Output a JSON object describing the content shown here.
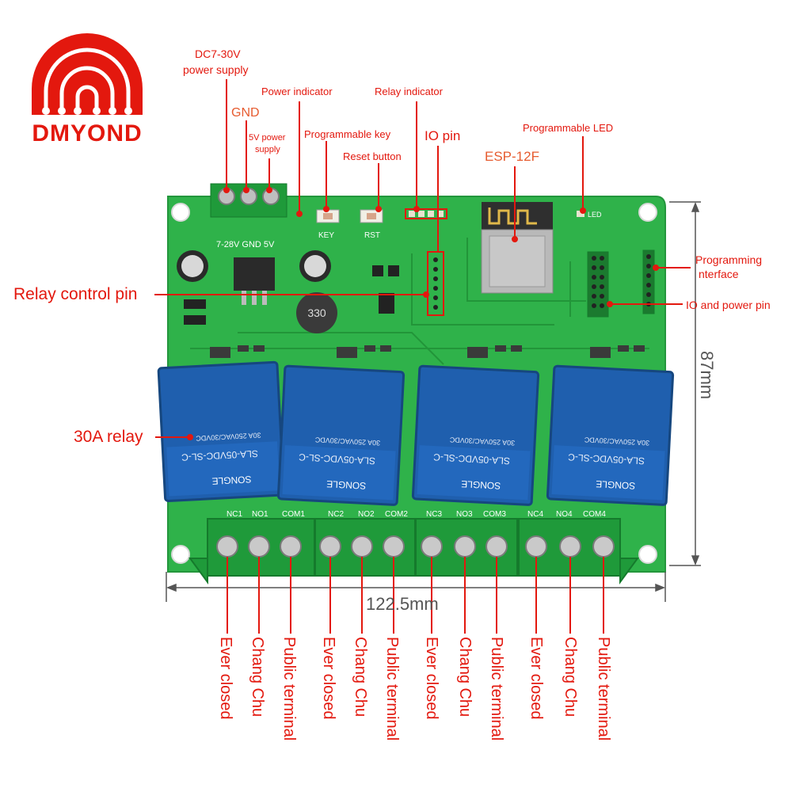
{
  "brand": {
    "name": "DMYOND"
  },
  "labels": {
    "dc_supply": "DC7-30V",
    "dc_supply2": "power supply",
    "gnd": "GND",
    "five_v": "5V power",
    "five_v2": "supply",
    "power_indicator": "Power indicator",
    "relay_indicator": "Relay indicator",
    "programmable_key": "Programmable key",
    "reset_button": "Reset button",
    "io_pin": "IO pin",
    "programmable_led": "Programmable LED",
    "esp": "ESP-12F",
    "relay_control_pin": "Relay control pin",
    "programming_interface": "Programming",
    "programming_interface2": "nterface",
    "io_power_pin": "IO and power pin",
    "relay_30a": "30A relay",
    "width_dim": "122.5mm",
    "height_dim": "87mm"
  },
  "board_silk": {
    "power_terminal": "7-28V GND 5V",
    "key": "KEY",
    "rst": "RST",
    "led": "LED",
    "inductor": "330"
  },
  "relays": [
    {
      "line1": "SLA-05VDC-SL-C",
      "brand": "SONGLE",
      "rating": "30A 250VAC/30VDC"
    },
    {
      "line1": "SLA-05VDC-SL-C",
      "brand": "SONGLE",
      "rating": "30A 250VAC/30VDC"
    },
    {
      "line1": "SLA-05VDC-SL-C",
      "brand": "SONGLE",
      "rating": "30A 250VAC/30VDC"
    },
    {
      "line1": "SLA-05VDC-SL-C",
      "brand": "SONGLE",
      "rating": "30A 250VAC/30VDC"
    }
  ],
  "terminal_silk": [
    "NC1",
    "NO1",
    "COM1",
    "NC2",
    "NO2",
    "COM2",
    "NC3",
    "NO3",
    "COM3",
    "NC4",
    "NO4",
    "COM4"
  ],
  "terminal_labels": [
    "Ever closed",
    "Chang Chu",
    "Public terminal",
    "Ever closed",
    "Chang Chu",
    "Public terminal",
    "Ever closed",
    "Chang Chu",
    "Public terminal",
    "Ever closed",
    "Chang Chu",
    "Public terminal"
  ],
  "colors": {
    "accent": "#e3180e",
    "pcb": "#2fb24a",
    "relay": "#1f5fae",
    "terminal": "#1f9a3a"
  }
}
